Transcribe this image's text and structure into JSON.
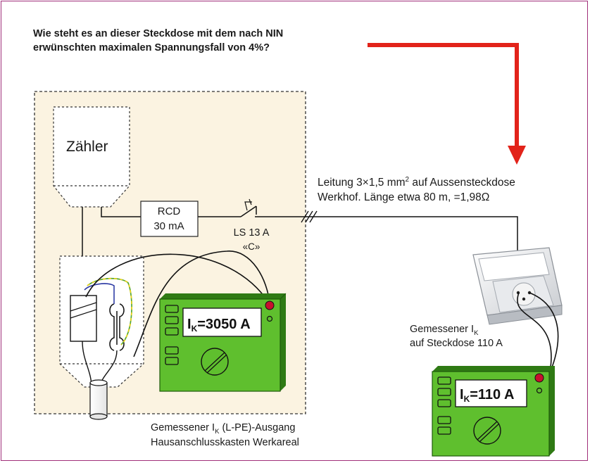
{
  "question": {
    "line1": "Wie steht es an dieser Steckdose mit dem nach NIN",
    "line2": "erwünschten maximalen Spannungsfall von 4%?"
  },
  "meter_box": {
    "label": "Zähler"
  },
  "rcd": {
    "line1": "RCD",
    "line2": "30 mA"
  },
  "breaker": {
    "line1": "LS 13 A",
    "line2": "«C»"
  },
  "cable_info": {
    "line1_pre": "Leitung 3",
    "line1_times": "×",
    "line1_mid": "1,5 mm",
    "line1_sup": "2",
    "line1_post": " auf Aussensteckdose",
    "line2": "Werkhof. Länge etwa 80 m, =1,98",
    "line2_unit": "Ω"
  },
  "tester_left": {
    "symbol": "I",
    "subscript": "K",
    "value": "=3050 A"
  },
  "tester_right": {
    "symbol": "I",
    "subscript": "K",
    "value": "=110 A"
  },
  "socket_caption": {
    "line1_pre": "Gemessener I",
    "line1_sub": "K",
    "line2": "auf Steckdose 110 A"
  },
  "house_caption": {
    "line1_pre": "Gemessener I",
    "line1_sub": "K",
    "line1_post": " (L-PE)-Ausgang",
    "line2": "Hausanschlusskasten Werkareal"
  },
  "colors": {
    "frame": "#a0307a",
    "arrow": "#e2231a",
    "area_fill": "#fbf3e1",
    "tester_green": "#5fbf2e",
    "tester_dark": "#2f7a14",
    "probe_red": "#c8102e"
  }
}
